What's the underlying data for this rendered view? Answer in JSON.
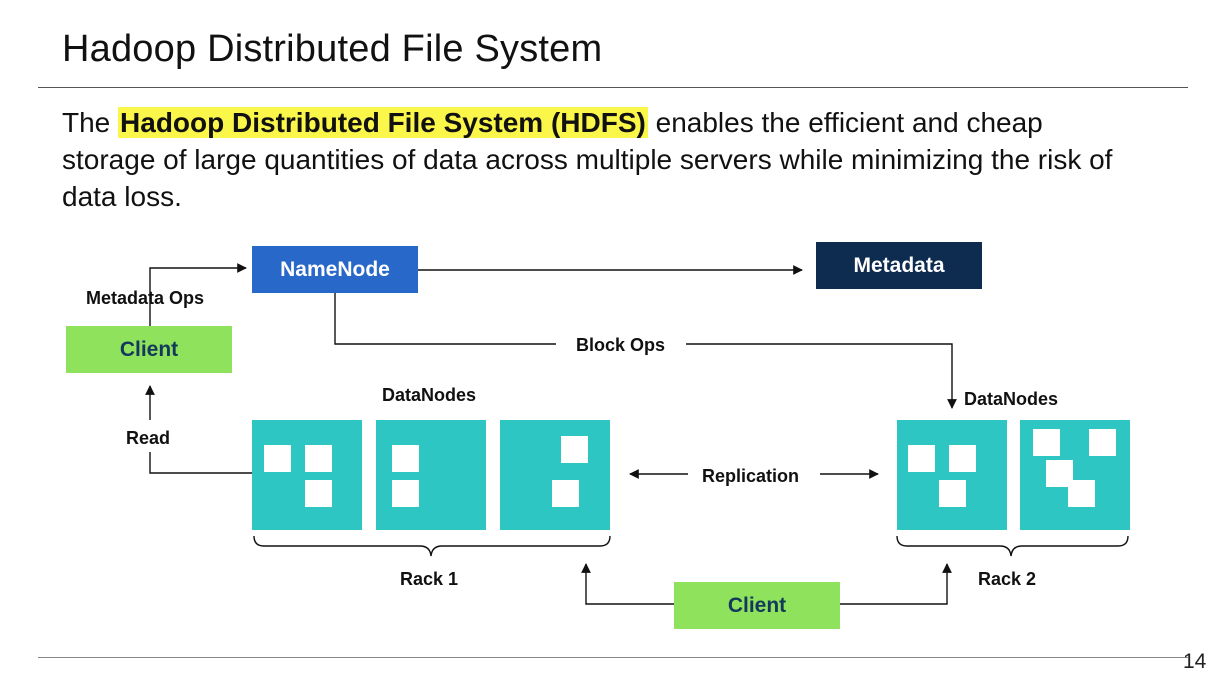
{
  "slide": {
    "title": "Hadoop Distributed File System",
    "intro_before": "The ",
    "intro_highlight": "Hadoop Distributed File System (HDFS)",
    "intro_after": " enables the efficient and cheap storage of large quantities of data across multiple servers while minimizing the risk of data loss.",
    "page_number": "14"
  },
  "diagram": {
    "namenode": "NameNode",
    "metadata": "Metadata",
    "client_top": "Client",
    "client_bottom": "Client",
    "metadata_ops": "Metadata Ops",
    "block_ops": "Block Ops",
    "read": "Read",
    "datanodes_rack1": "DataNodes",
    "datanodes_rack2": "DataNodes",
    "replication": "Replication",
    "rack1": "Rack 1",
    "rack2": "Rack 2"
  },
  "colors": {
    "namenode": "#2768c9",
    "metadata": "#0e2c50",
    "client": "#8fe35c",
    "datanode": "#2ec6c2",
    "highlight": "#faf64a"
  }
}
